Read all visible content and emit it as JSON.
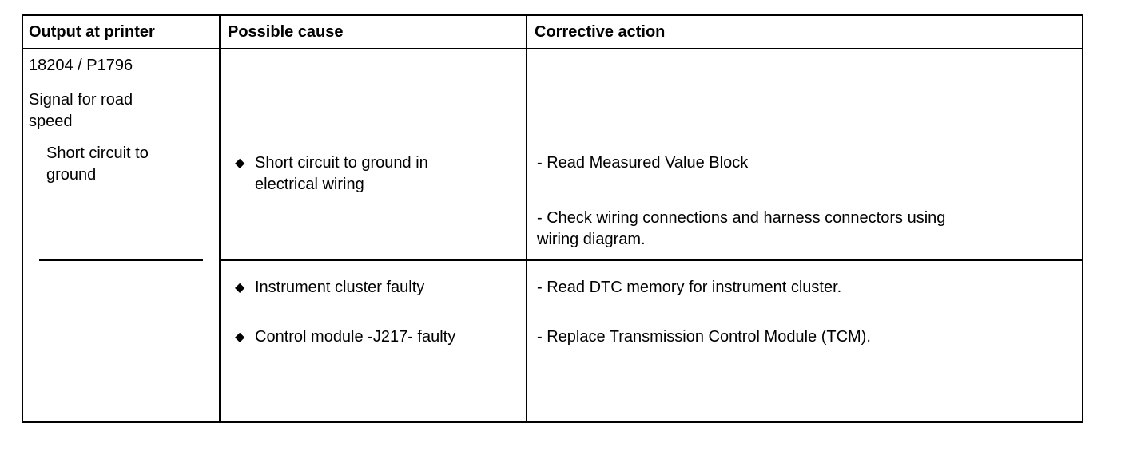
{
  "header": {
    "col1": "Output at printer",
    "col2": "Possible cause",
    "col3": "Corrective action"
  },
  "output": {
    "code": "18204 / P1796",
    "signal_line1": "Signal for road",
    "signal_line2": "speed",
    "fault_line1": "Short circuit to",
    "fault_line2": "ground"
  },
  "rows": [
    {
      "cause_line1": "Short circuit to ground in",
      "cause_line2": "electrical wiring",
      "action1": "- Read Measured Value Block",
      "action2_line1": "- Check wiring connections and harness connectors using",
      "action2_line2": "wiring diagram."
    },
    {
      "cause_line1": "Instrument cluster faulty",
      "action1": "- Read DTC memory for instrument cluster."
    },
    {
      "cause_line1": "Control module -J217- faulty",
      "action1": "- Replace Transmission Control Module (TCM)."
    }
  ],
  "icons": {
    "bullet": "diamond-bullet-icon"
  }
}
